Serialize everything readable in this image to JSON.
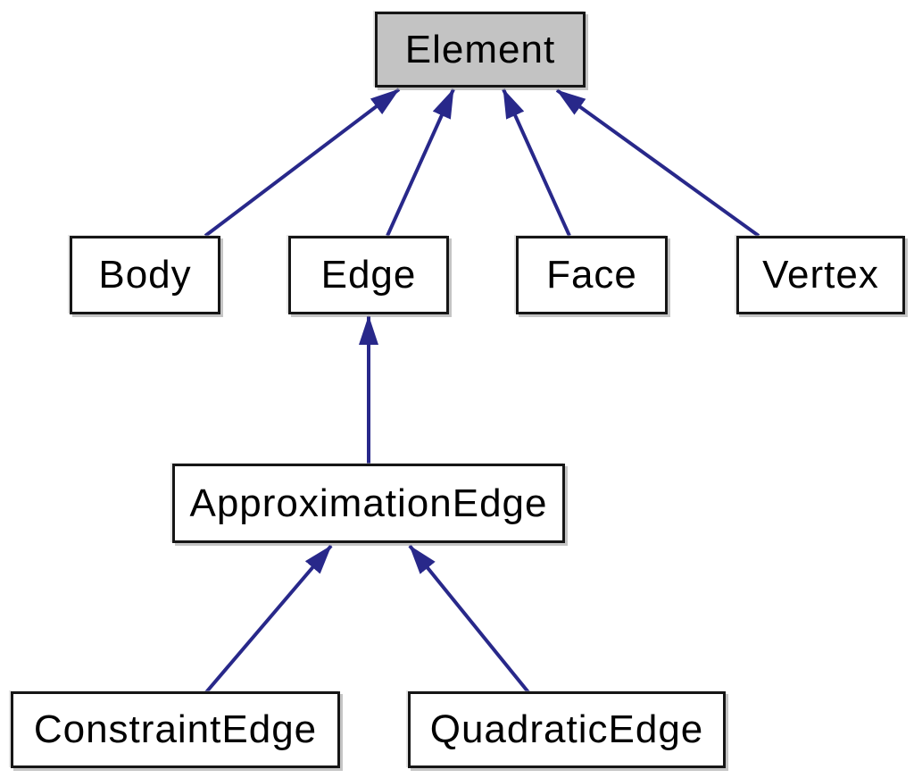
{
  "diagram": {
    "type": "class-inheritance-graph",
    "nodes": {
      "element": {
        "label": "Element",
        "highlighted": true,
        "fill": "#c3c3c3"
      },
      "body": {
        "label": "Body",
        "highlighted": false,
        "fill": "#ffffff"
      },
      "edge": {
        "label": "Edge",
        "highlighted": false,
        "fill": "#ffffff"
      },
      "face": {
        "label": "Face",
        "highlighted": false,
        "fill": "#ffffff"
      },
      "vertex": {
        "label": "Vertex",
        "highlighted": false,
        "fill": "#ffffff"
      },
      "approximation_edge": {
        "label": "ApproximationEdge",
        "highlighted": false,
        "fill": "#ffffff"
      },
      "constraint_edge": {
        "label": "ConstraintEdge",
        "highlighted": false,
        "fill": "#ffffff"
      },
      "quadratic_edge": {
        "label": "QuadraticEdge",
        "highlighted": false,
        "fill": "#ffffff"
      }
    },
    "edges": [
      {
        "from": "Body",
        "to": "Element"
      },
      {
        "from": "Edge",
        "to": "Element"
      },
      {
        "from": "Face",
        "to": "Element"
      },
      {
        "from": "Vertex",
        "to": "Element"
      },
      {
        "from": "ApproximationEdge",
        "to": "Edge"
      },
      {
        "from": "ConstraintEdge",
        "to": "ApproximationEdge"
      },
      {
        "from": "QuadraticEdge",
        "to": "ApproximationEdge"
      }
    ],
    "colors": {
      "arrow": "#28288a",
      "node_border": "#161616",
      "highlight_fill": "#c3c3c3",
      "background": "#ffffff",
      "text": "#000000"
    }
  }
}
